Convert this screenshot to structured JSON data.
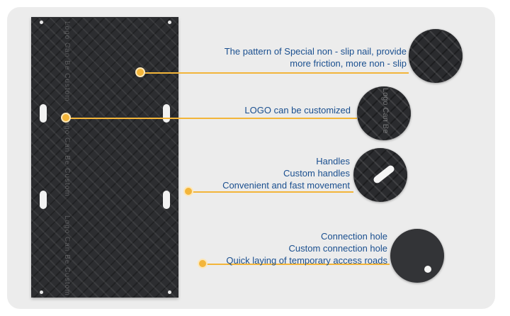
{
  "features": [
    {
      "lines": [
        "The pattern of Special  non - slip nail, provide",
        "more friction, more non - slip"
      ],
      "thumb_icon": "non-slip-pattern-icon"
    },
    {
      "lines": [
        "LOGO can be customized"
      ],
      "thumb_icon": "logo-emboss-icon"
    },
    {
      "lines": [
        "Handles",
        "Custom handles",
        "Convenient and fast movement"
      ],
      "thumb_icon": "handle-icon"
    },
    {
      "lines": [
        "Connection hole",
        "Custom connection hole",
        "Quick laying of temporary access roads"
      ],
      "thumb_icon": "connection-hole-icon"
    }
  ],
  "thumb_logo_text": "Logo Can Be",
  "mat_logo_text": "Logo Can Be Custom",
  "colors": {
    "accent": "#f3b53a",
    "text": "#1a4f8f",
    "mat": "#2c2d30",
    "panel": "#ececec"
  }
}
